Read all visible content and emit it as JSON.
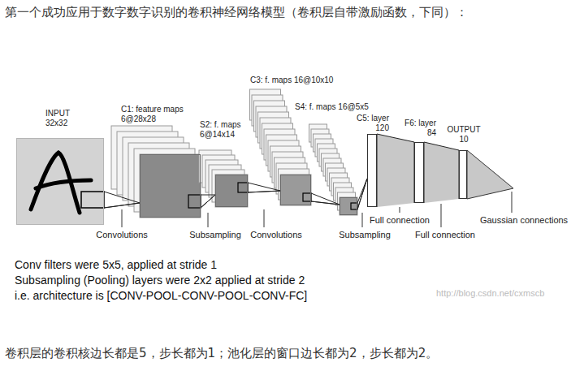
{
  "diagram": {
    "title": "第一个成功应用于数字数字识别的卷积神经网络模型（卷积层自带激励函数，下同）：",
    "caption": "卷积层的卷积核边长都是5，步长都为1；池化层的窗口边长都为2，步长都为2。",
    "nodes": [
      {
        "text": [
          "INPUT 32x32"
        ]
      },
      {
        "text": [
          "C1: feature maps 6@28x28"
        ]
      },
      {
        "text": [
          "S2: f. maps 6@14x14"
        ]
      },
      {
        "text": [
          "C3: f. maps 16@10x10"
        ]
      },
      {
        "text": [
          "S4: f. maps 16@5x5"
        ]
      },
      {
        "text": [
          "C5: layer 120"
        ]
      },
      {
        "text": [
          "F6: layer 84"
        ]
      },
      {
        "text": [
          "OUTPUT 10"
        ]
      }
    ],
    "edges": [
      {
        "from": 0,
        "to": 1,
        "arrow": "none"
      },
      {
        "from": 1,
        "to": 2,
        "arrow": "none"
      },
      {
        "from": 2,
        "to": 3,
        "arrow": "none"
      },
      {
        "from": 3,
        "to": 4,
        "arrow": "none"
      },
      {
        "from": 4,
        "to": 5,
        "arrow": "none"
      },
      {
        "from": 5,
        "to": 6,
        "arrow": "none"
      },
      {
        "from": 6,
        "to": 7,
        "arrow": "none"
      }
    ],
    "labels": [
      "Convolutions",
      "Subsampling",
      "Convolutions",
      "Subsampling",
      "Full connection",
      "Full connection",
      "Gaussian connections",
      "Conv filters were 5x5, applied at stride 1",
      "Subsampling (Pooling) layers were 2x2 applied at stride 2",
      "i.e. architecture is [CONV-POOL-CONV-POOL-CONV-FC]",
      "http://blog.csdn.net/cxmscb"
    ]
  }
}
